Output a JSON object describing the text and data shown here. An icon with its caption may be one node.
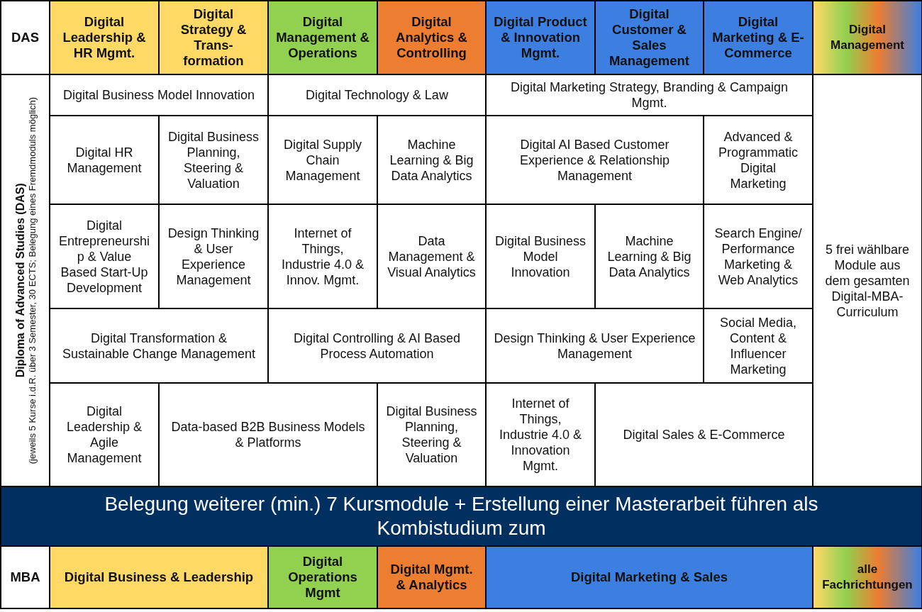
{
  "diagram": {
    "nodes": [
      {
        "text": [
          "DAS"
        ]
      },
      {
        "text": [
          "Digital Leadership & HR Mgmt."
        ]
      },
      {
        "text": [
          "Digital Strategy & Trans-formation"
        ]
      },
      {
        "text": [
          "Digital Management & Operations"
        ]
      },
      {
        "text": [
          "Digital Analytics & Controlling"
        ]
      },
      {
        "text": [
          "Digital Product & Innovation Mgmt."
        ]
      },
      {
        "text": [
          "Digital Customer & Sales Management"
        ]
      },
      {
        "text": [
          "Digital Marketing & E-Commerce"
        ]
      },
      {
        "text": [
          "Digital Management"
        ]
      },
      {
        "text": [
          "Diploma of Advanced Studies (DAS)",
          "(jeweils 5 Kurse i.d.R. über 3 Semester, 30 ECTS; Belegung eines Fremdmoduls möglich)"
        ]
      },
      {
        "text": [
          "Digital Business Model Innovation"
        ]
      },
      {
        "text": [
          "Digital Technology & Law"
        ]
      },
      {
        "text": [
          "Digital Marketing Strategy, Branding & Campaign Mgmt."
        ]
      },
      {
        "text": [
          "5 frei wählbare Module aus dem gesamten Digital-MBA-Curriculum"
        ]
      },
      {
        "text": [
          "Digital HR Management"
        ]
      },
      {
        "text": [
          "Digital Business Planning, Steering & Valuation"
        ]
      },
      {
        "text": [
          "Digital Supply Chain Management"
        ]
      },
      {
        "text": [
          "Machine Learning & Big Data Analytics"
        ]
      },
      {
        "text": [
          "Digital AI Based Customer Experience & Relationship Management"
        ]
      },
      {
        "text": [
          "Advanced & Programmatic Digital Marketing"
        ]
      },
      {
        "text": [
          "Digital Entrepreneurship & Value Based Start-Up Development"
        ]
      },
      {
        "text": [
          "Design Thinking & User Experience Management"
        ]
      },
      {
        "text": [
          "Internet of Things, Industrie 4.0 & Innov. Mgmt."
        ]
      },
      {
        "text": [
          "Data Management & Visual Analytics"
        ]
      },
      {
        "text": [
          "Digital Business Model Innovation"
        ]
      },
      {
        "text": [
          "Machine Learning & Big Data Analytics"
        ]
      },
      {
        "text": [
          "Search Engine/ Performance Marketing & Web Analytics"
        ]
      },
      {
        "text": [
          "Digital Transformation & Sustainable Change Management"
        ]
      },
      {
        "text": [
          "Digital Controlling & AI Based Process Automation"
        ]
      },
      {
        "text": [
          "Design Thinking & User Experience Management"
        ]
      },
      {
        "text": [
          "Social Media, Content & Influencer Marketing"
        ]
      },
      {
        "text": [
          "Digital Leadership & Agile Management"
        ]
      },
      {
        "text": [
          "Data-based B2B Business Models & Platforms"
        ]
      },
      {
        "text": [
          "Digital Business Planning, Steering & Valuation"
        ]
      },
      {
        "text": [
          "Internet of Things, Industrie 4.0 & Innovation Mgmt."
        ]
      },
      {
        "text": [
          "Digital Sales & E-Commerce"
        ]
      },
      {
        "text": [
          "Belegung weiterer (min.) 7 Kursmodule + Erstellung einer Masterarbeit führen als Kombistudium zum"
        ]
      },
      {
        "text": [
          "MBA"
        ]
      },
      {
        "text": [
          "Digital Business & Leadership"
        ]
      },
      {
        "text": [
          "Digital Operations Mgmt"
        ]
      },
      {
        "text": [
          "Digital Mgmt. & Analytics"
        ]
      },
      {
        "text": [
          "Digital Marketing & Sales"
        ]
      },
      {
        "text": [
          "alle Fachrichtungen"
        ]
      }
    ]
  }
}
